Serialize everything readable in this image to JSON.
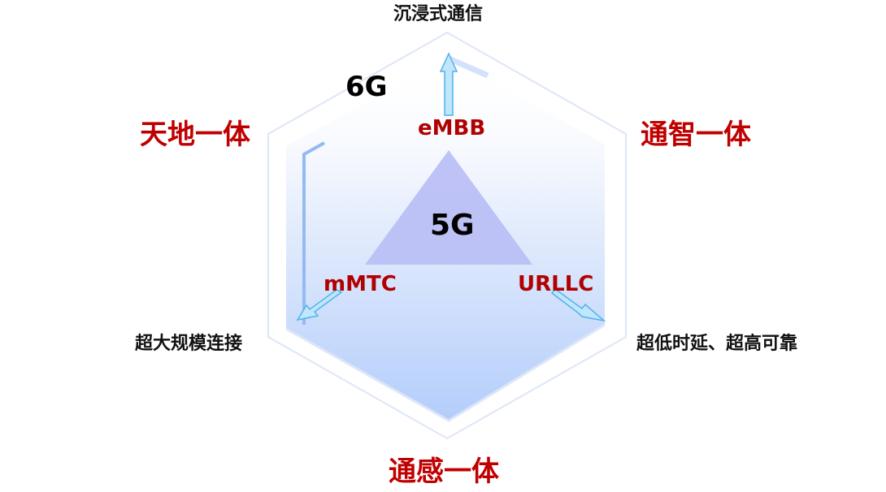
{
  "labels": {
    "top_capability": "沉浸式通信",
    "six_g": "6G",
    "left_integration": "天地一体",
    "right_integration": "通智一体",
    "bottom_integration": "通感一体",
    "embb": "eMBB",
    "mmtc": "mMTC",
    "urllc": "URLLC",
    "five_g": "5G",
    "left_capability": "超大规模连接",
    "right_capability": "超低时延、超高可靠"
  },
  "colors": {
    "integration_text": "#c00000",
    "scenario_text": "#b00000",
    "triangle_fill": "#b8bcf5",
    "arrow_fill": "#bfe6fb",
    "arrow_stroke": "#4fb3ea",
    "hexagon_stroke": "#d9e4f7",
    "gradient_end": "#b3cdfb"
  },
  "icons": {
    "up_arrow": "arrow-up-icon",
    "down_left_arrow": "arrow-down-left-icon",
    "down_right_arrow": "arrow-down-right-icon"
  }
}
